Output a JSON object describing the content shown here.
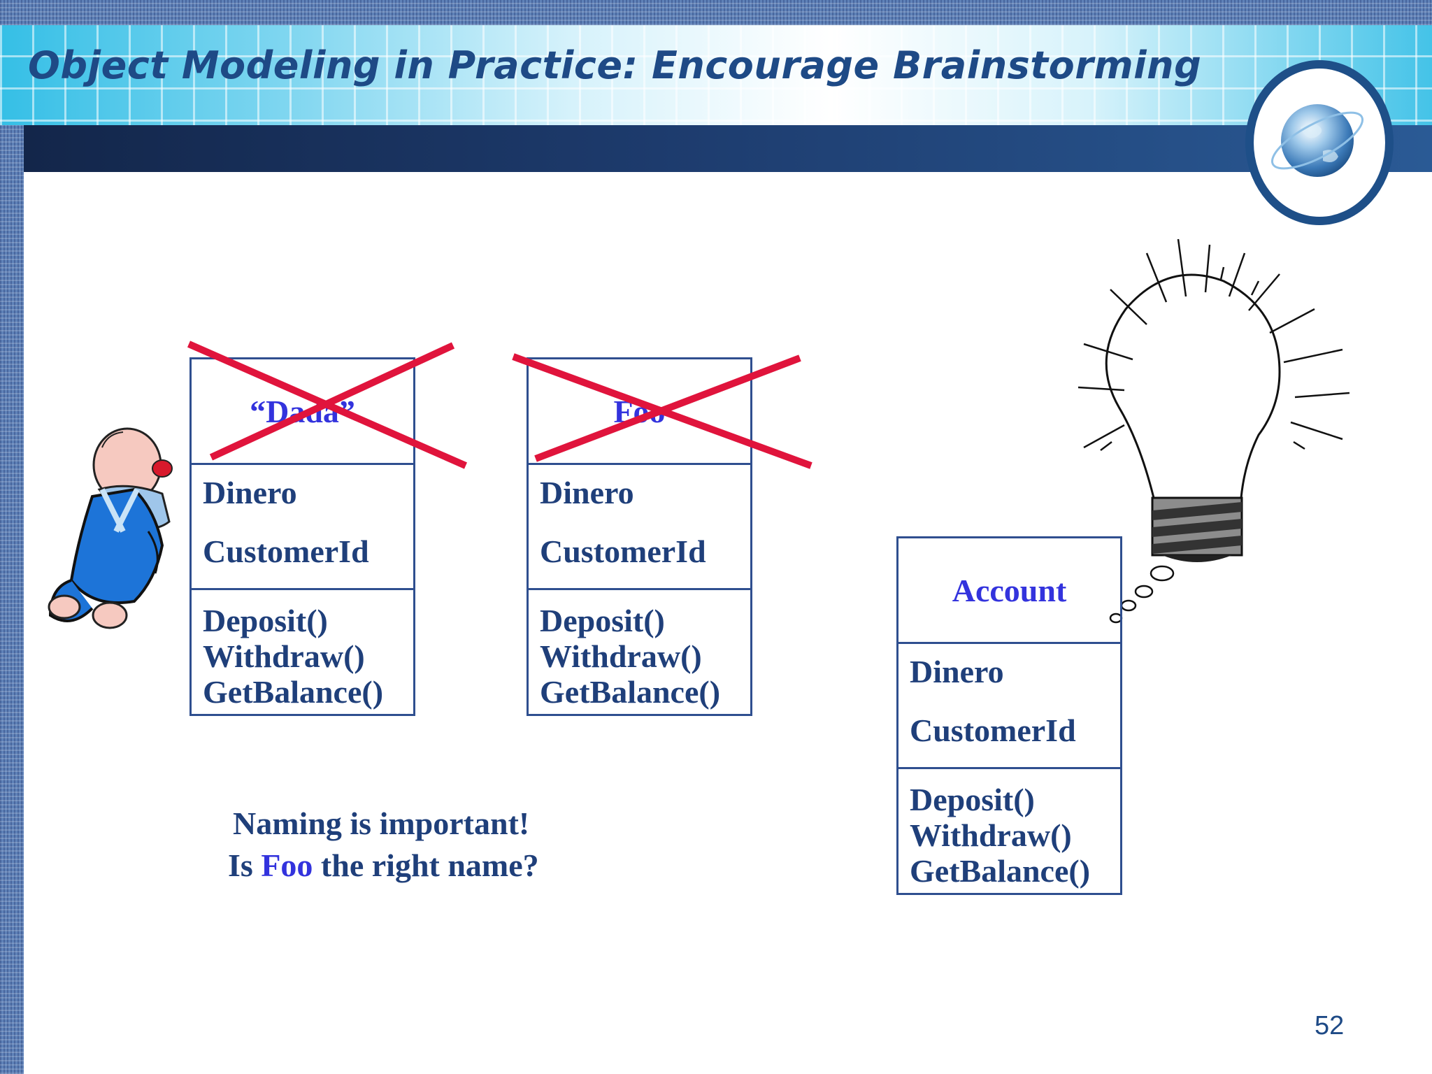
{
  "slide": {
    "title": "Object Modeling in Practice:  Encourage Brainstorming",
    "page_number": "52"
  },
  "classes": [
    {
      "name": "“Dada”",
      "attributes": [
        "Dinero",
        "CustomerId"
      ],
      "methods": [
        "Deposit()",
        "Withdraw()",
        "GetBalance()"
      ],
      "crossed_out": true
    },
    {
      "name": "Foo",
      "attributes": [
        "Dinero",
        "CustomerId"
      ],
      "methods": [
        "Deposit()",
        "Withdraw()",
        "GetBalance()"
      ],
      "crossed_out": true
    },
    {
      "name": "Account",
      "attributes": [
        "Dinero",
        "CustomerId"
      ],
      "methods": [
        "Deposit()",
        "Withdraw()",
        "GetBalance()"
      ],
      "crossed_out": false
    }
  ],
  "note": {
    "line1": "Naming is important!",
    "line2_prefix": "Is ",
    "line2_highlight": "Foo",
    "line2_suffix": " the right name?"
  },
  "illustrations": {
    "left": "crawling-baby-illustration",
    "right": "lightbulb-idea-icon",
    "badge": "globe-icon"
  },
  "colors": {
    "title": "#1e4a86",
    "class_name": "#3333dd",
    "class_text": "#1f3f7a",
    "class_border": "#2f4f8f",
    "cross": "#e0143c",
    "navy_bar": "#1d3b6d"
  }
}
